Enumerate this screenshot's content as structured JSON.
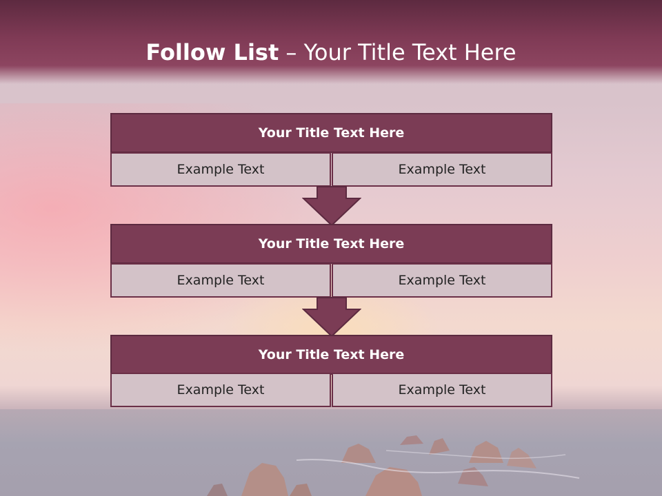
{
  "slide": {
    "title_bold": "Follow List",
    "title_rest": " – Your Title Text Here"
  },
  "steps": [
    {
      "title": "Your Title Text Here",
      "left": "Example Text",
      "right": "Example Text"
    },
    {
      "title": "Your Title Text Here",
      "left": "Example Text",
      "right": "Example Text"
    },
    {
      "title": "Your Title Text Here",
      "left": "Example Text",
      "right": "Example Text"
    }
  ],
  "colors": {
    "header": "#7f3a55",
    "box_title": "#7b3c55",
    "cell": "#d3c2c8",
    "border": "#5c2a40"
  },
  "icons": [
    "down-arrow-icon"
  ]
}
